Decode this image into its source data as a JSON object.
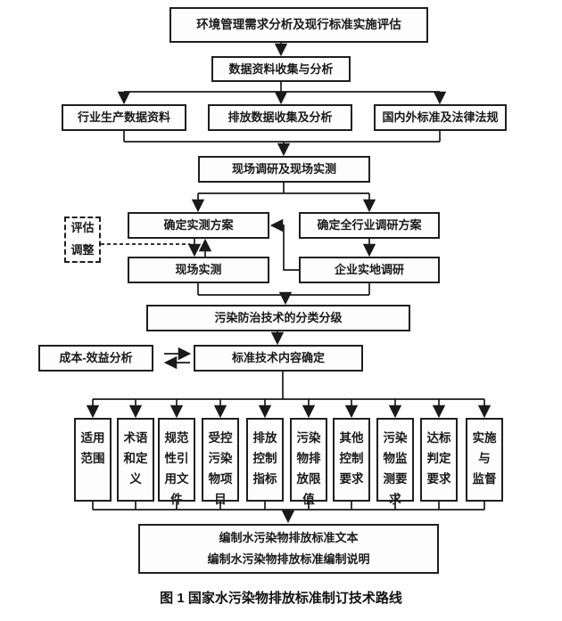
{
  "figure": {
    "caption": "图 1  国家水污染物排放标准制订技术路线"
  },
  "nodes": {
    "env_assess": {
      "label": "环境管理需求分析及现行标准实施评估"
    },
    "data_collect": {
      "label": "数据资料收集与分析"
    },
    "industry_data": {
      "label": "行业生产数据资料"
    },
    "emission_data": {
      "label": "排放数据收集及分析"
    },
    "standards_laws": {
      "label": "国内外标准及法律法规"
    },
    "site_survey": {
      "label": "现场调研及现场实测"
    },
    "measure_plan": {
      "label": "确定实测方案"
    },
    "industry_survey_plan": {
      "label": "确定全行业调研方案"
    },
    "site_measure": {
      "label": "现场实测"
    },
    "enterprise_survey": {
      "label": "企业实地调研"
    },
    "eval_adjust": {
      "label": "评估\n调整"
    },
    "tech_classify": {
      "label": "污染防治技术的分类分级"
    },
    "cost_benefit": {
      "label": "成本-效益分析"
    },
    "tech_content": {
      "label": "标准技术内容确定"
    },
    "outputs": [
      {
        "label": "适用\n范围"
      },
      {
        "label": "术语\n和定\n义"
      },
      {
        "label": "规范\n性引\n用文\n件"
      },
      {
        "label": "受控\n污染\n物项\n目"
      },
      {
        "label": "排放\n控制\n指标"
      },
      {
        "label": "污染\n物排\n放限\n值"
      },
      {
        "label": "其他\n控制\n要求"
      },
      {
        "label": "污染\n物监\n测要\n求"
      },
      {
        "label": "达标\n判定\n要求"
      },
      {
        "label": "实施\n与\n监督"
      }
    ],
    "final_output": {
      "label": "编制水污染物排放标准文本\n编制水污染物排放标准编制说明"
    }
  },
  "colors": {
    "line": "#1a1a1a",
    "background": "#fefefe"
  }
}
